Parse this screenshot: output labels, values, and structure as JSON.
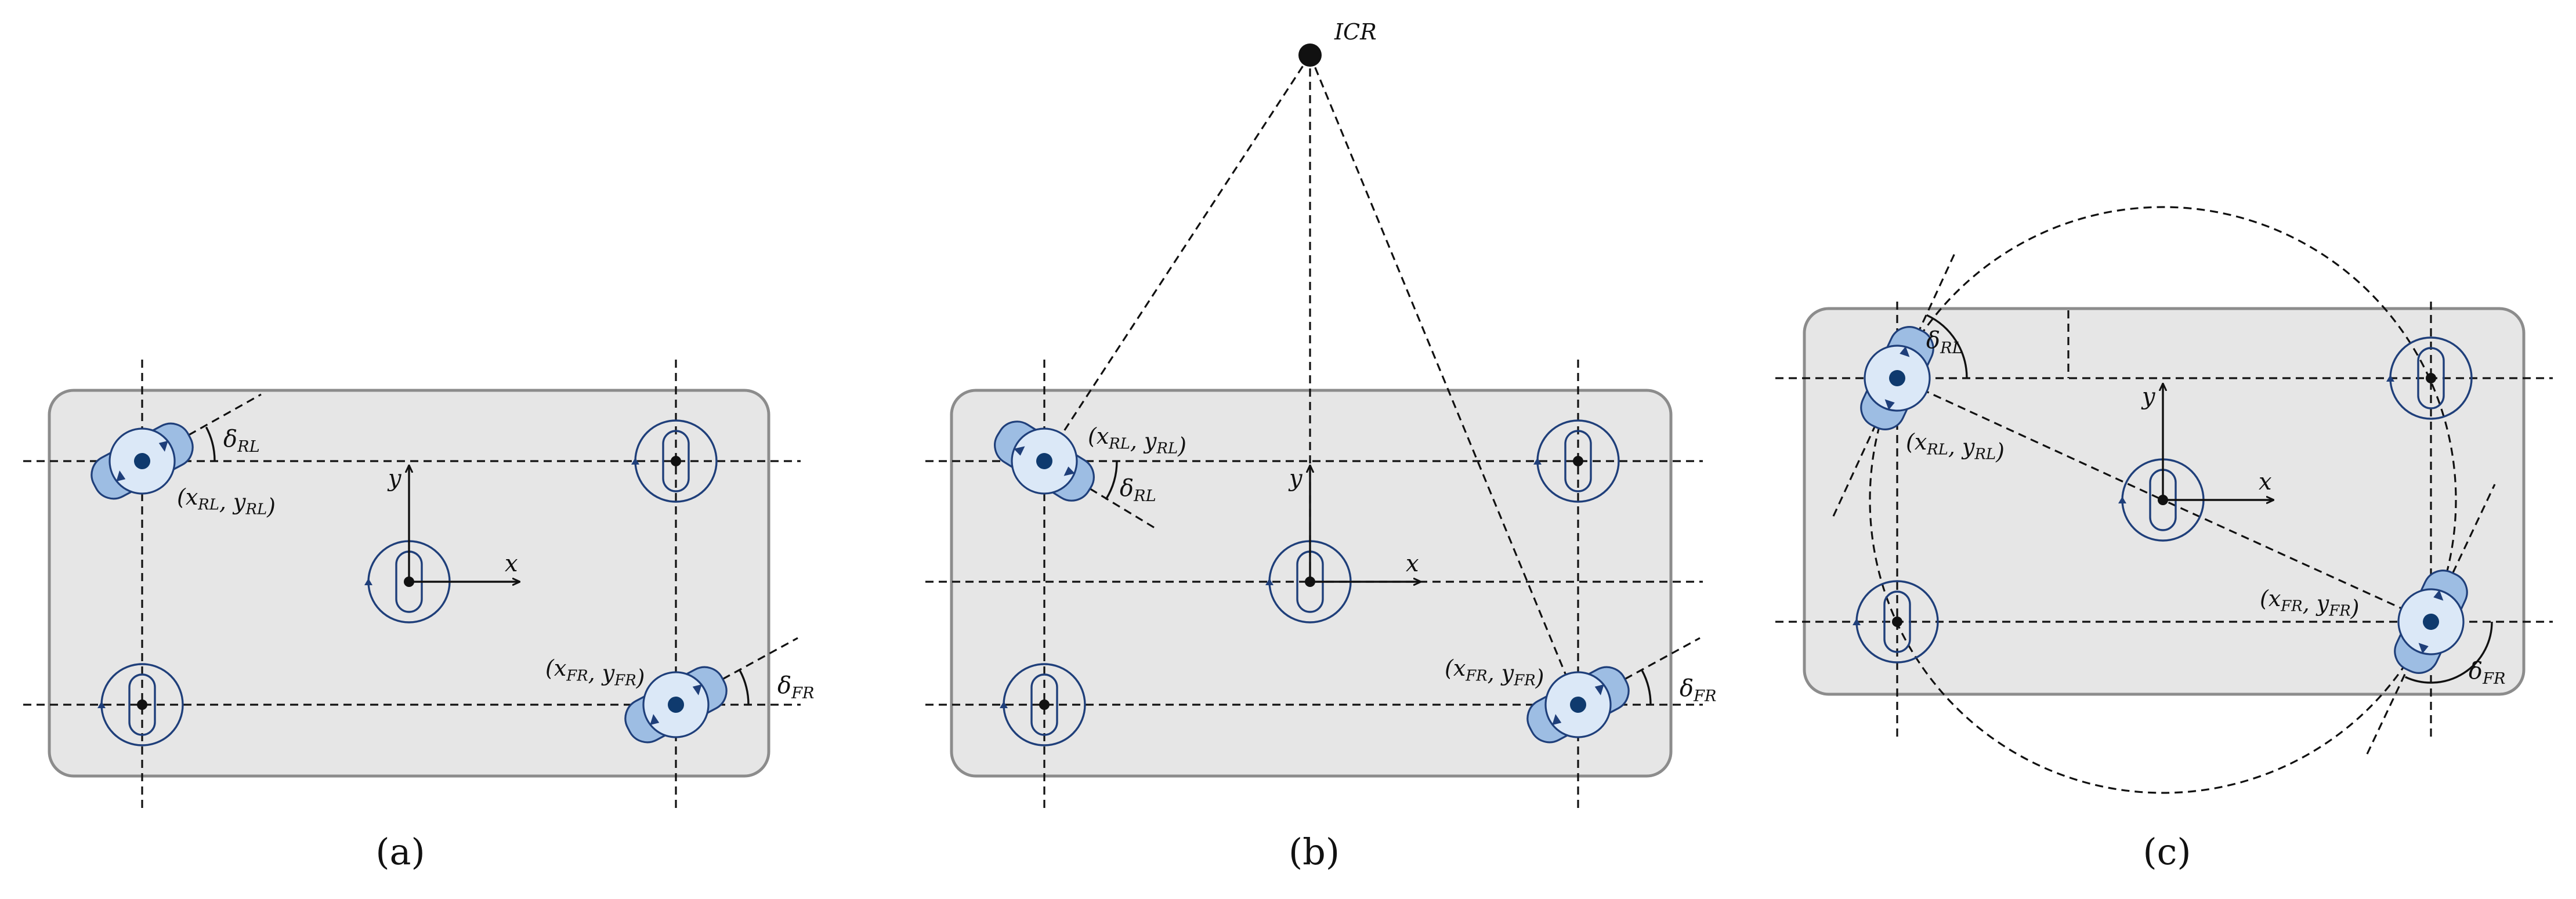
{
  "colors": {
    "chassis_fill": "#e6e6e6",
    "chassis_stroke": "#8c8c8c",
    "wheel_stroke": "#1f3f7a",
    "wheel_fill": "#9dbde3",
    "wheel_inner": "#dbe8f7",
    "dark_blue": "#0f3a6e",
    "black": "#111111"
  },
  "labels": {
    "x_axis": "x",
    "y_axis": "y",
    "rl_position": "(x_RL, y_RL)",
    "fr_position": "(x_FR, y_FR)",
    "delta_rl": "δ_RL",
    "delta_fr": "δ_FR",
    "icr": "ICR"
  },
  "panels": [
    {
      "id": "a",
      "caption": "(a)"
    },
    {
      "id": "b",
      "caption": "(b)"
    },
    {
      "id": "c",
      "caption": "(c)"
    }
  ]
}
